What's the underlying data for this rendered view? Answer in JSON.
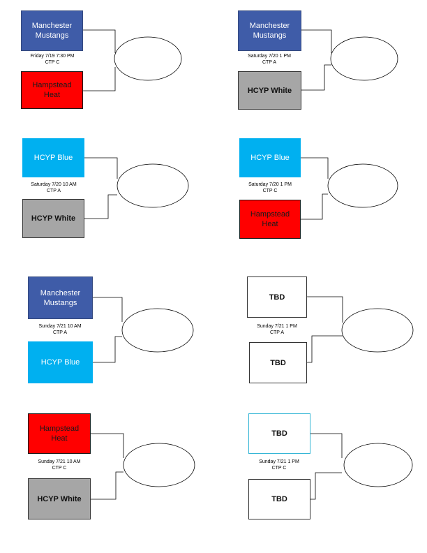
{
  "games": [
    {
      "team1": "Manchester Mustangs",
      "team2": "Hampstead Heat",
      "time": "Friday 7/19 7:30 PM",
      "field": "CTP C"
    },
    {
      "team1": "Manchester Mustangs",
      "team2": "HCYP White",
      "time": "Saturday 7/20 1 PM",
      "field": "CTP A"
    },
    {
      "team1": "HCYP Blue",
      "team2": "HCYP White",
      "time": "Saturday 7/20 10 AM",
      "field": "CTP A"
    },
    {
      "team1": "HCYP Blue",
      "team2": "Hampstead Heat",
      "time": "Saturday 7/20 1 PM",
      "field": "CTP C"
    },
    {
      "team1": "Manchester Mustangs",
      "team2": "HCYP Blue",
      "time": "Sunday 7/21 10 AM",
      "field": "CTP A"
    },
    {
      "team1": "TBD",
      "team2": "TBD",
      "time": "Sunday 7/21 1 PM",
      "field": "CTP A"
    },
    {
      "team1": "Hampstead Heat",
      "team2": "HCYP White",
      "time": "Sunday 7/21 10 AM",
      "field": "CTP C"
    },
    {
      "team1": "TBD",
      "team2": "TBD",
      "time": "Sunday 7/21 1 PM",
      "field": "CTP C"
    }
  ],
  "team_colors": {
    "Manchester Mustangs": "#3f5ca8",
    "Hampstead Heat": "#ff0000",
    "HCYP White": "#a6a6a6",
    "HCYP Blue": "#00b0f0",
    "TBD": "#ffffff"
  }
}
